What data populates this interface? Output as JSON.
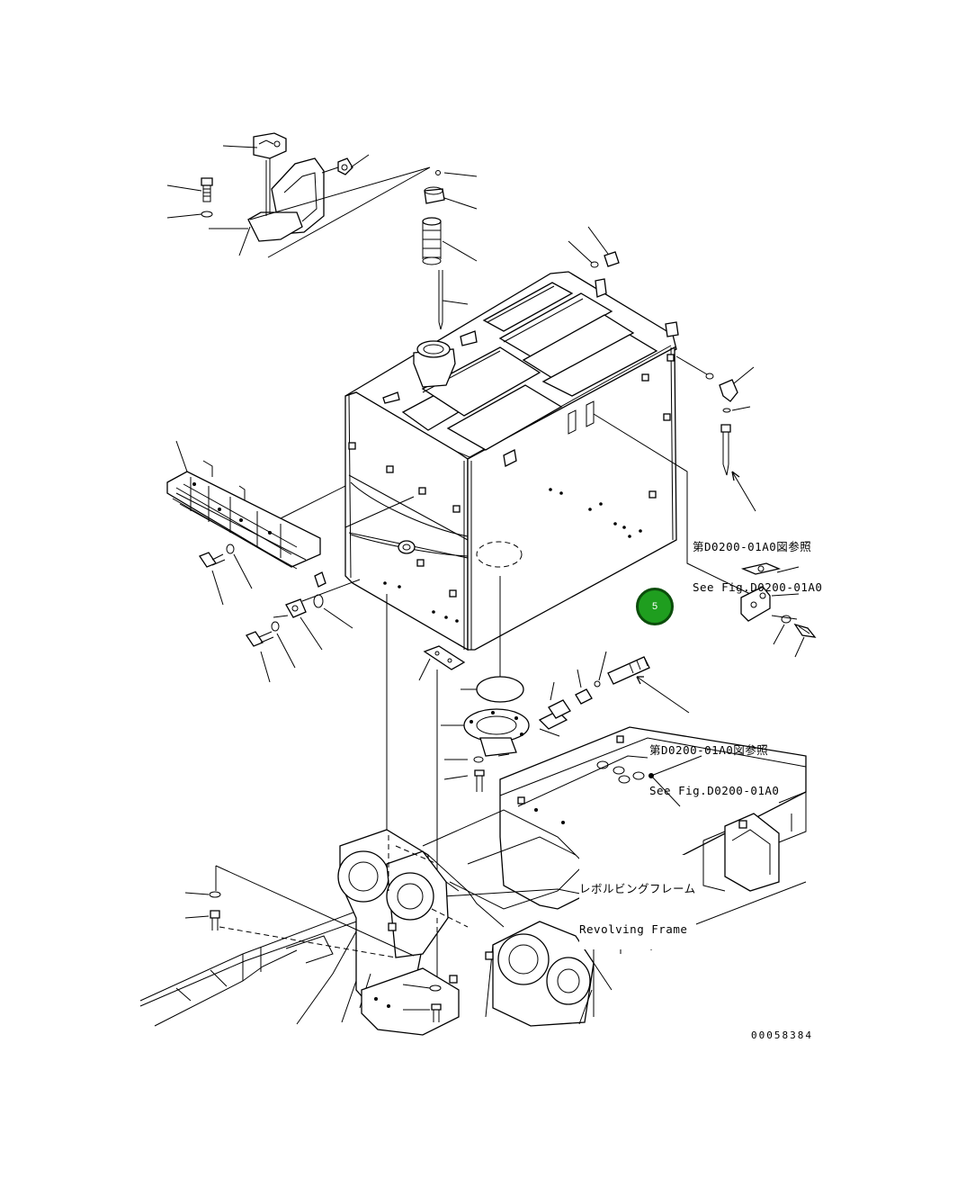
{
  "refs": {
    "ref_upper": {
      "jp": "第D0200-01A0図参照",
      "en": "See Fig.D0200-01A0"
    },
    "ref_lower": {
      "jp": "第D0200-01A0図参照",
      "en": "See Fig.D0200-01A0"
    }
  },
  "frame_label": {
    "jp": "レボルビングフレーム",
    "en": "Revolving Frame"
  },
  "callouts": [
    {
      "number": "5",
      "color": "#1f9e1f",
      "ring": "#0b4d0b"
    }
  ],
  "drawing_number": "00058384",
  "colors": {
    "line": "#000000",
    "background": "#ffffff"
  }
}
